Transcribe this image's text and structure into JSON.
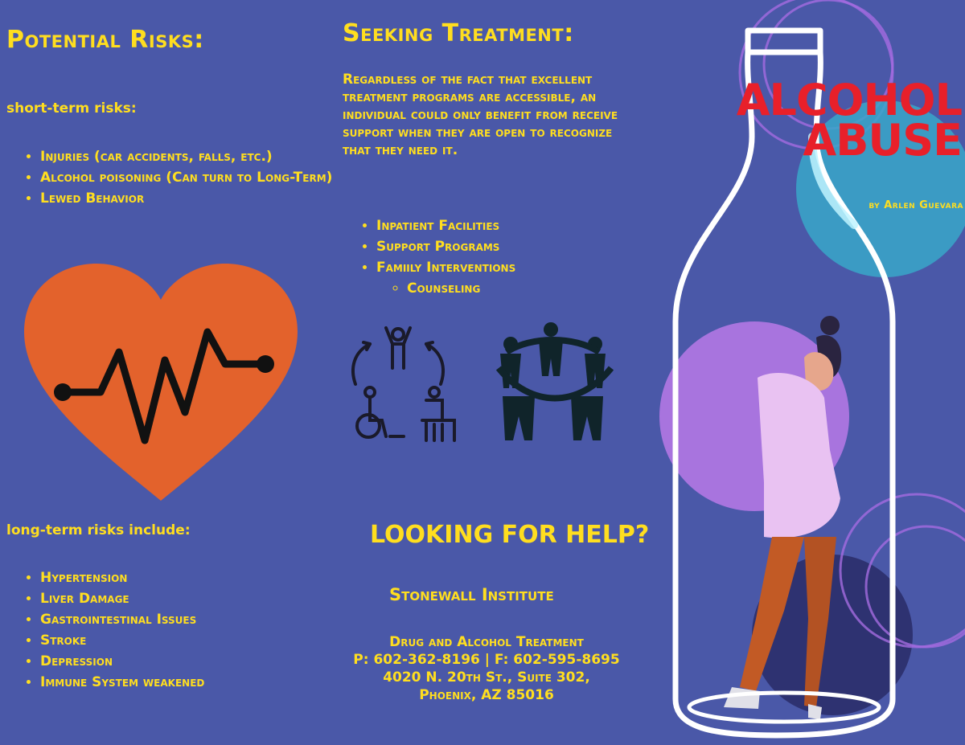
{
  "potential_risks": {
    "title": "Potential Risks:",
    "short_term_heading": "short-term risks:",
    "short_term_items": [
      "Injuries (car accidents, falls, etc.)",
      "Alcohol poisoning (Can turn to Long-Term)",
      "Lewed Behavior"
    ],
    "long_term_heading": "long-term risks include:",
    "long_term_items": [
      "Hypertension",
      "Liver Damage",
      "Gastrointestinal Issues",
      "Stroke",
      "Depression",
      "Immune System weakened"
    ]
  },
  "seeking_treatment": {
    "title": "Seeking Treatment:",
    "paragraph": "Regardless of the fact that excellent treatment programs are accessible, an individual could only benefit from receive support when they are open to recognize that they need it.",
    "items": [
      "Inpatient Facilities",
      "Support Programs",
      "Famiily Interventions"
    ],
    "sub_items": [
      "Counseling"
    ]
  },
  "help": {
    "title": "LOOKING FOR HELP?",
    "organization": "Stonewall Institute",
    "service": "Drug and Alcohol Treatment",
    "phone_fax": "P: 602-362-8196 | F: 602-595-8695",
    "address_line1": "4020 N. 20th St., Suite 302,",
    "address_line2": "Phoenix, AZ 85016"
  },
  "cover": {
    "title_line1": "ALCOHOL",
    "title_line2": "ABUSE",
    "byline": "by Arlen Guevara"
  },
  "colors": {
    "background": "#4a58a8",
    "text_accent": "#ffde1f",
    "title_red": "#e8202a",
    "heart": "#e3622c"
  },
  "icons": [
    "heartbeat-icon",
    "rehabilitation-icon",
    "group-support-icon"
  ]
}
